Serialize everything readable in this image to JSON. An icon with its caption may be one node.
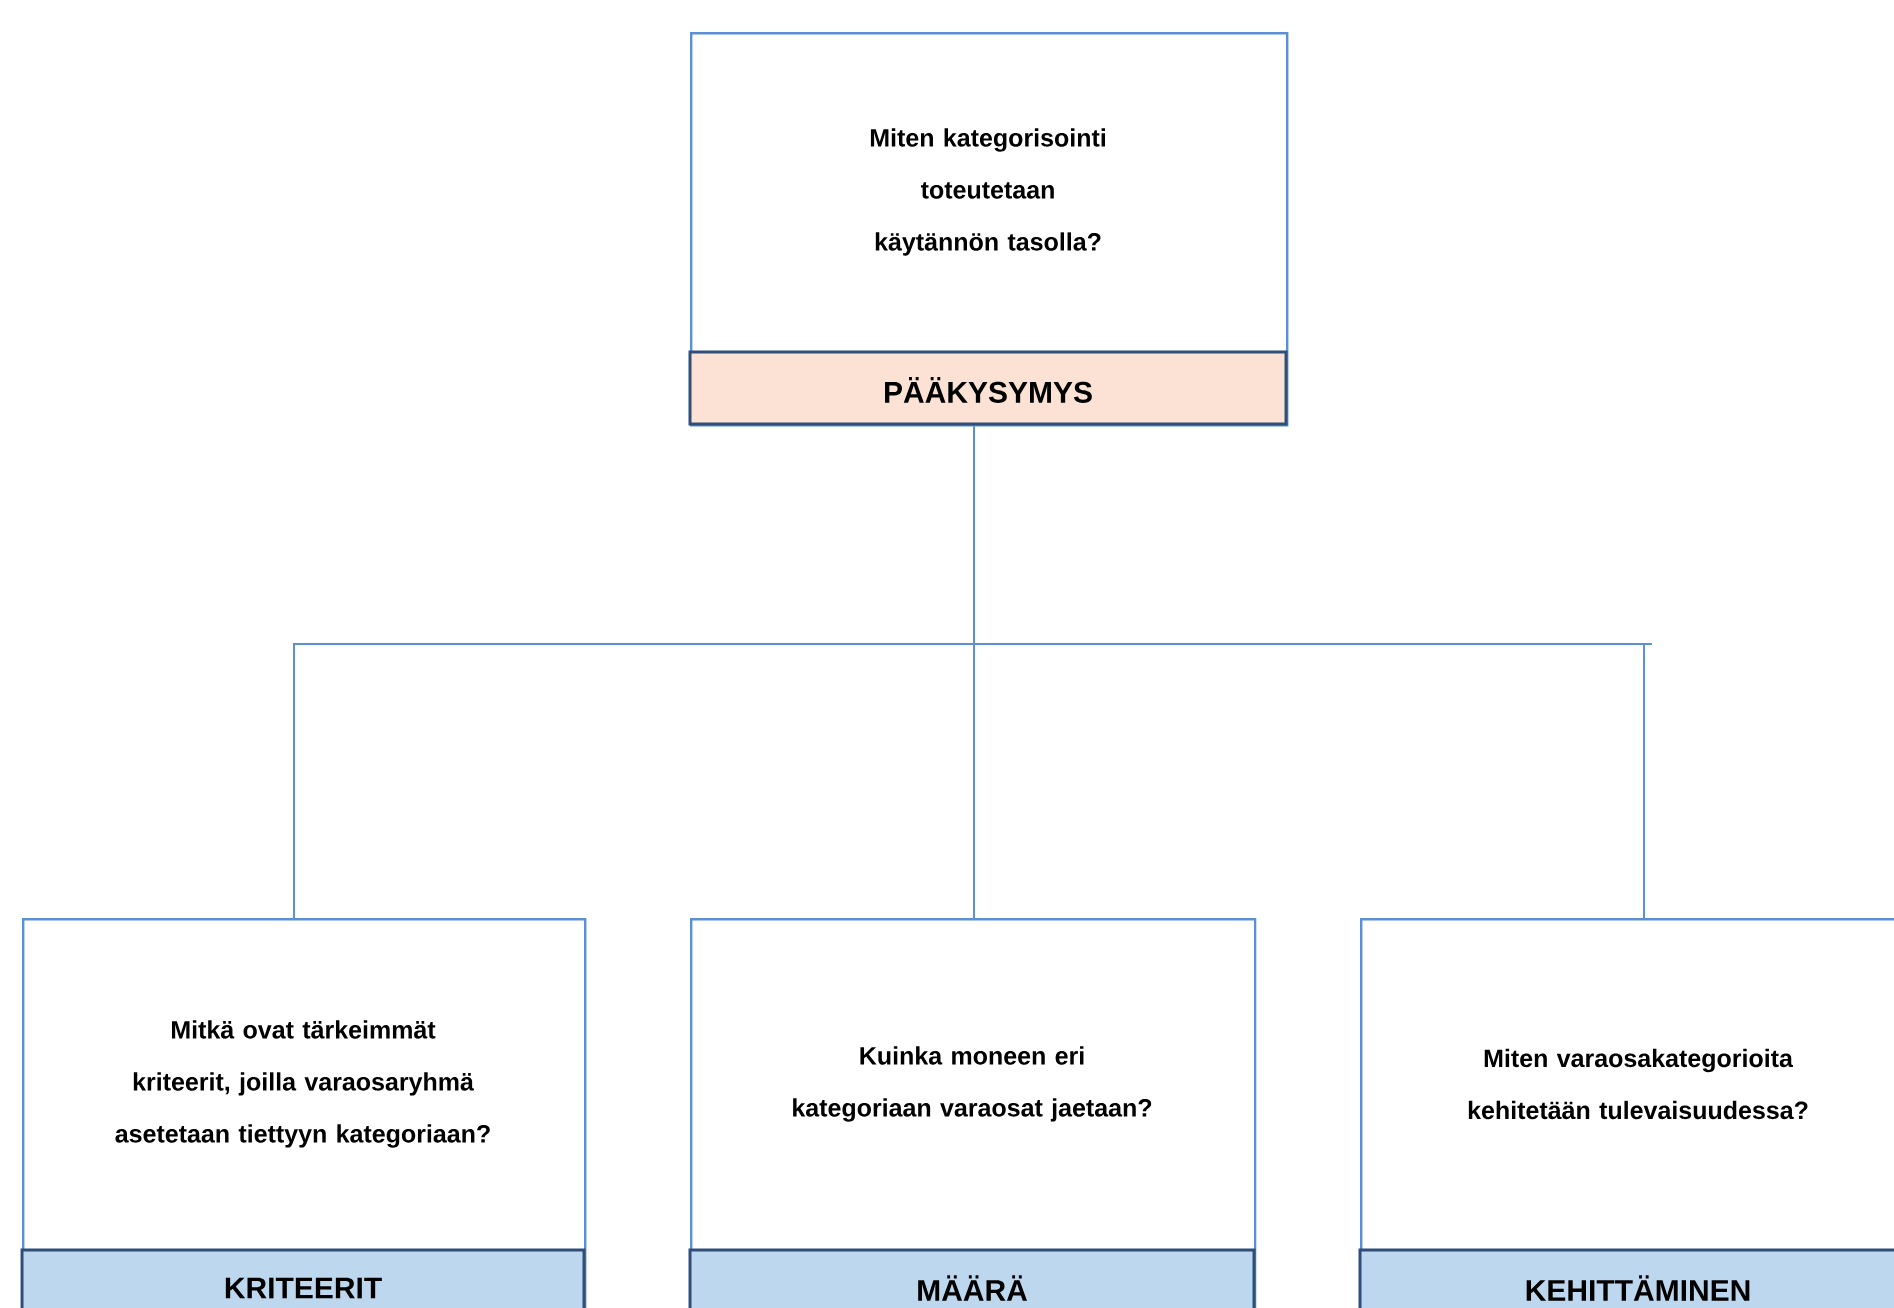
{
  "diagram": {
    "nodes": [
      {
        "text": [
          "Miten kategorisointi toteutetaan käytännön tasolla?",
          "PÄÄKYSYMYS"
        ]
      },
      {
        "text": [
          "Mitkä ovat tärkeimmät kriteerit, joilla varaosaryhmä asetetaan tiettyyn kategoriaan?",
          "KRITEERIT"
        ]
      },
      {
        "text": [
          "Kuinka moneen eri kategoriaan varaosat jaetaan?",
          "MÄÄRÄ"
        ]
      },
      {
        "text": [
          "Miten varaosakategorioita kehitetään tulevaisuudessa?",
          "KEHITTÄMINEN"
        ]
      }
    ],
    "edges": [
      {
        "from": 0,
        "to": 1,
        "arrow": "none"
      },
      {
        "from": 0,
        "to": 2,
        "arrow": "none"
      },
      {
        "from": 0,
        "to": 3,
        "arrow": "none"
      }
    ]
  }
}
